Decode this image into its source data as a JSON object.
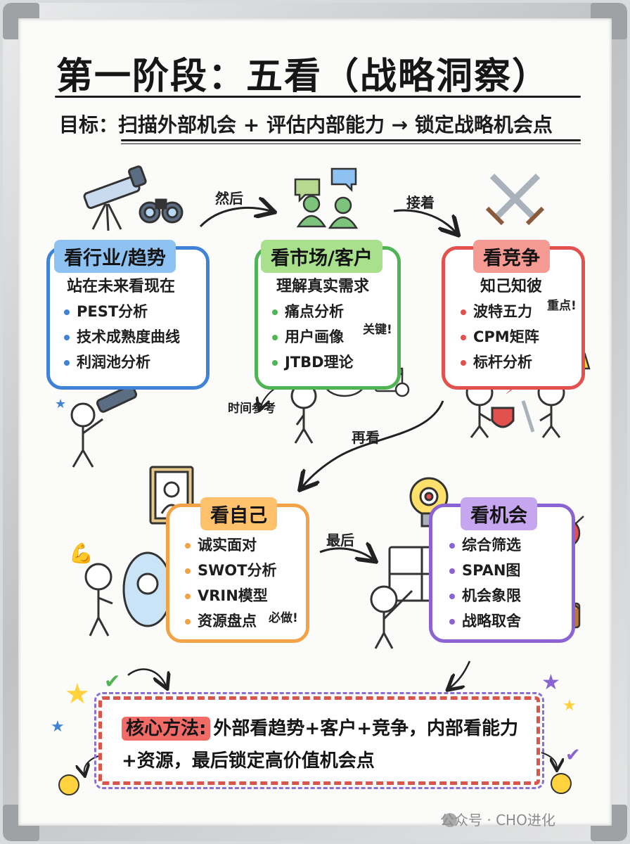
{
  "title": "第一阶段：五看（战略洞察）",
  "subtitle": "目标：扫描外部机会 + 评估内部能力 → 锁定战略机会点",
  "flow_labels": [
    "然后",
    "接着",
    "再看",
    "最后"
  ],
  "cards": {
    "industry": {
      "label": "看行业/趋势",
      "subtitle": "站在未来看现在",
      "items": [
        "PEST分析",
        "技术成熟度曲线",
        "利润池分析"
      ],
      "color": "#3f82d6",
      "tag_color": "#8ec2f2"
    },
    "market": {
      "label": "看市场/客户",
      "subtitle": "理解真实需求",
      "items": [
        "痛点分析",
        "用户画像",
        "JTBD理论"
      ],
      "note": "关键!",
      "color": "#4fb454",
      "tag_color": "#a9e08c"
    },
    "competition": {
      "label": "看竞争",
      "subtitle": "知己知彼",
      "items": [
        "波特五力",
        "CPM矩阵",
        "标杆分析"
      ],
      "note": "重点!",
      "color": "#e2514e",
      "tag_color": "#f69a94"
    },
    "self": {
      "label": "看自己",
      "items": [
        "诚实面对",
        "SWOT分析",
        "VRIN模型",
        "资源盘点"
      ],
      "note": "必做!",
      "color": "#f2a347",
      "tag_color": "#ffc16b"
    },
    "opportunity": {
      "label": "看机会",
      "items": [
        "综合筛选",
        "SPAN图",
        "机会象限",
        "战略取舍"
      ],
      "color": "#8b63d3",
      "tag_color": "#c6a7ef"
    }
  },
  "time_note": "时间参考",
  "speech_text": "??",
  "core": {
    "label": "核心方法:",
    "text": "外部看趋势+客户+竞争，内部看能力+资源，最后锁定高价值机会点"
  },
  "watermark": "公众号 · CHO进化"
}
